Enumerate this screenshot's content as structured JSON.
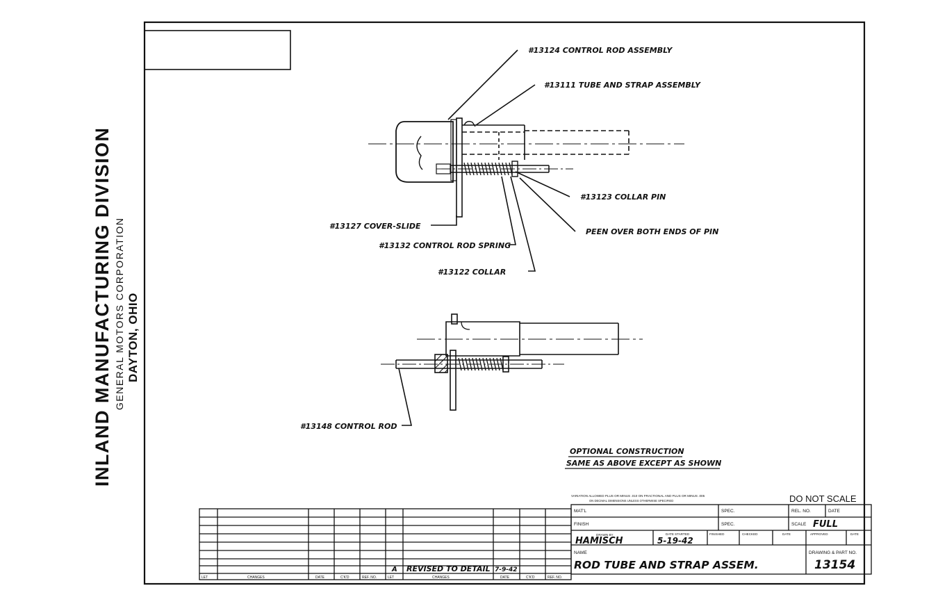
{
  "title_block_side": {
    "company": "INLAND MANUFACTURING DIVISION",
    "corporation": "GENERAL MOTORS CORPORATION",
    "city": "DAYTON, OHIO"
  },
  "callouts": {
    "control_rod_assembly": "#13124 CONTROL ROD ASSEMBLY",
    "tube_strap_assembly": "#13111 TUBE AND STRAP ASSEMBLY",
    "collar_pin": "#13123 COLLAR PIN",
    "peen_note": "PEEN OVER BOTH ENDS OF PIN",
    "cover_slide": "#13127 COVER-SLIDE",
    "control_rod_spring": "#13132 CONTROL ROD SPRING",
    "collar": "#13122 COLLAR",
    "control_rod": "#13148 CONTROL ROD"
  },
  "notes": {
    "optional_line1": "OPTIONAL CONSTRUCTION",
    "optional_line2": "SAME AS ABOVE EXCEPT AS SHOWN"
  },
  "title_block": {
    "tolerance_line1": "VARIATION ALLOWED PLUS OR MINUS .010 ON FRACTIONAL AND PLUS OR MINUS .005",
    "tolerance_line2": "ON DECIMAL DIMENSIONS UNLESS OTHERWISE SPECIFIED",
    "do_not_scale": "DO NOT SCALE",
    "matl_label": "MAT'L",
    "spec_label": "SPEC.",
    "rel_no_label": "REL. NO.",
    "date_label": "DATE",
    "finish_label": "FINISH",
    "scale_label": "SCALE",
    "scale_value": "FULL",
    "drawn_by_label": "DRAWN BY",
    "drawn_by_value": "HAMISCH",
    "date_started_label": "DATE STARTED",
    "date_started_value": "5-19-42",
    "finished_label": "FINISHED",
    "checked_label": "CHECKED",
    "approved_label": "APPROVED",
    "name_label": "NAME",
    "name_value": "ROD TUBE AND STRAP ASSEM.",
    "drawing_part_label": "DRAWING & PART NO.",
    "drawing_part_value": "13154"
  },
  "change_block": {
    "headers": [
      "LET",
      "CHANGES",
      "DATE",
      "C'K'D",
      "REF. NO."
    ],
    "entry_letter": "A",
    "entry_change": "REVISED TO DETAIL",
    "entry_date": "7-9-42"
  }
}
